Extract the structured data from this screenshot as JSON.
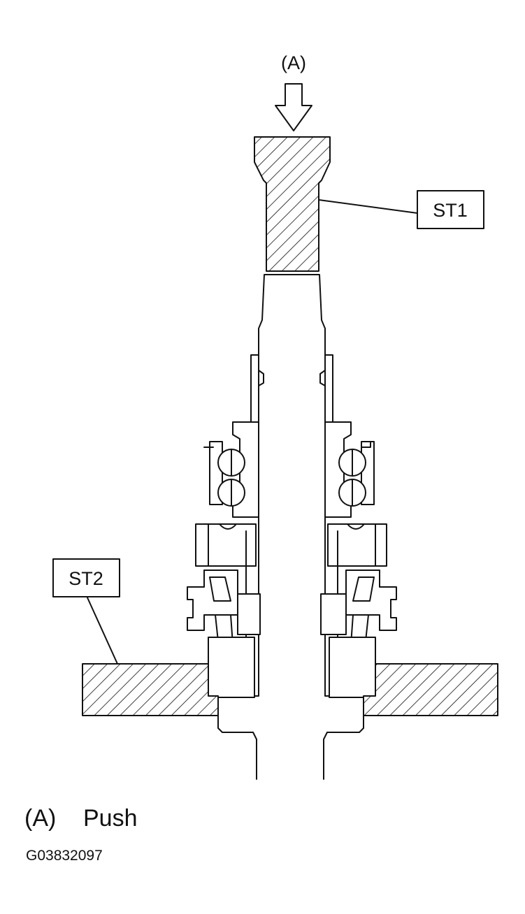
{
  "arrow_label": "(A)",
  "callouts": {
    "st1": "ST1",
    "st2": "ST2"
  },
  "legend": {
    "key": "(A)",
    "text": "Push"
  },
  "figure_code": "G03832097"
}
